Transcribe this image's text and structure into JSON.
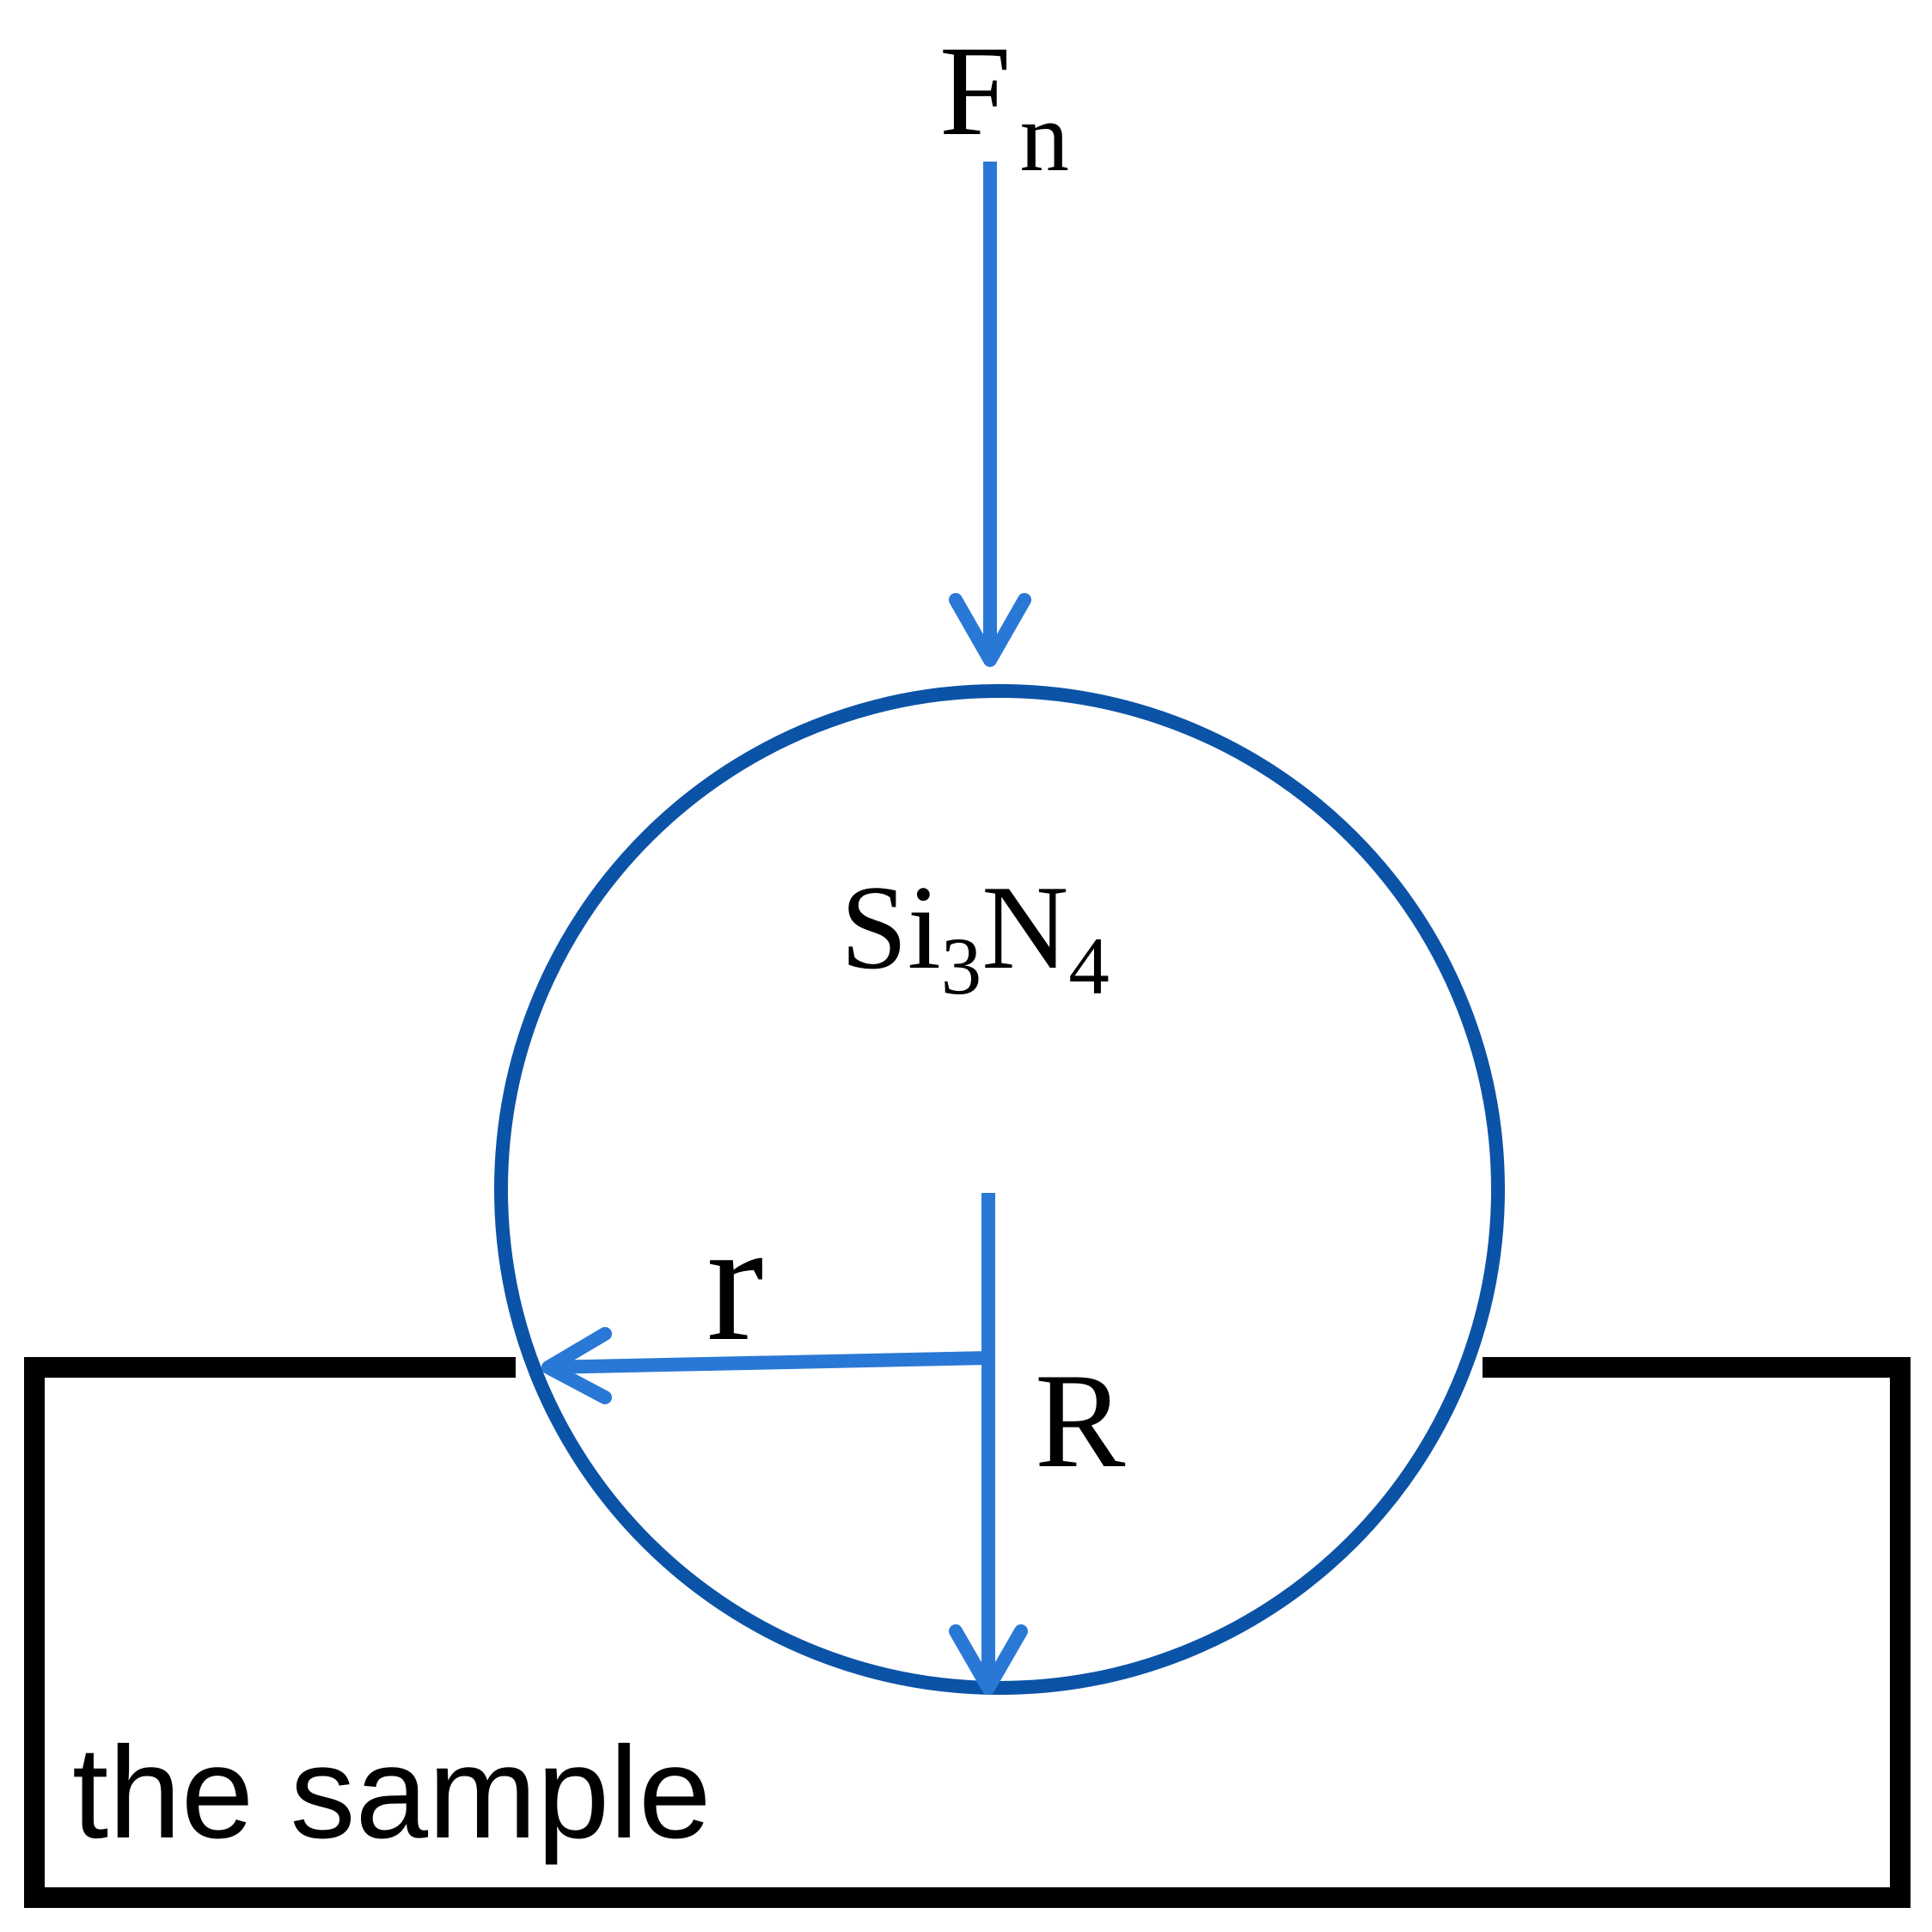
{
  "colors": {
    "arrow": "#2A78D6",
    "ball_outline": "#0B53A7",
    "sample_outline": "#000000",
    "text": "#000000"
  },
  "labels": {
    "force_main": "F",
    "force_sub": "n",
    "ball_si": "Si",
    "ball_si_sub": "3",
    "ball_n": "N",
    "ball_n_sub": "4",
    "contact_radius": "r",
    "ball_radius": "R",
    "sample": "the sample"
  }
}
